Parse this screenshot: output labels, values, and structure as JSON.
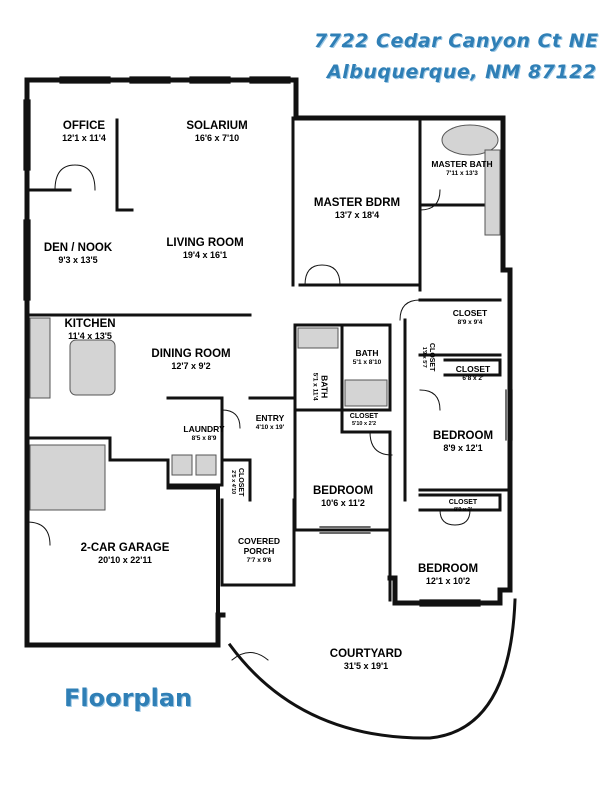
{
  "header": {
    "address_line1": "7722 Cedar Canyon Ct NE",
    "address_line2": "Albuquerque, NM 87122"
  },
  "footer": {
    "title": "Floorplan"
  },
  "colors": {
    "accent": "#2f7fb6",
    "wall": "#111111",
    "fixture": "#bfbfbf"
  },
  "rooms": {
    "office": {
      "name": "OFFICE",
      "dims": "12'1 x 11'4"
    },
    "solarium": {
      "name": "SOLARIUM",
      "dims": "16'6 x 7'10"
    },
    "master_bdrm": {
      "name": "MASTER BDRM",
      "dims": "13'7 x 18'4"
    },
    "master_bath": {
      "name": "MASTER BATH",
      "dims": "7'11 x 13'3"
    },
    "den_nook": {
      "name": "DEN / NOOK",
      "dims": "9'3 x 13'5"
    },
    "living_room": {
      "name": "LIVING ROOM",
      "dims": "19'4 x 16'1"
    },
    "closet_master": {
      "name": "CLOSET",
      "dims": "8'9 x 9'4"
    },
    "kitchen": {
      "name": "KITCHEN",
      "dims": "11'4 x 13'5"
    },
    "dining_room": {
      "name": "DINING ROOM",
      "dims": "12'7 x 9'2"
    },
    "bath_upper": {
      "name": "BATH",
      "dims": "5'1 x 8'10"
    },
    "bath_left": {
      "name": "BATH",
      "dims": "5'1 x 11'4"
    },
    "closet_hall": {
      "name": "CLOSET",
      "dims": "1'9 x 5'7"
    },
    "closet_bed1": {
      "name": "CLOSET",
      "dims": "6'8 x 2'"
    },
    "closet_bath": {
      "name": "CLOSET",
      "dims": "5'10 x 2'2"
    },
    "laundry": {
      "name": "LAUNDRY",
      "dims": "8'5 x 8'9"
    },
    "entry": {
      "name": "ENTRY",
      "dims": "4'10 x 19'"
    },
    "bedroom_east": {
      "name": "BEDROOM",
      "dims": "8'9 x 12'1"
    },
    "closet_entry": {
      "name": "CLOSET",
      "dims": "2'5 x 4'10"
    },
    "bedroom_center": {
      "name": "BEDROOM",
      "dims": "10'6 x 11'2"
    },
    "closet_bed2": {
      "name": "CLOSET",
      "dims": "8'9 x 2'"
    },
    "garage": {
      "name": "2-CAR GARAGE",
      "dims": "20'10 x 22'11"
    },
    "covered_porch": {
      "name": "COVERED PORCH",
      "dims": "7'7 x 9'6"
    },
    "bedroom_south": {
      "name": "BEDROOM",
      "dims": "12'1 x 10'2"
    },
    "courtyard": {
      "name": "COURTYARD",
      "dims": "31'5 x 19'1"
    }
  }
}
